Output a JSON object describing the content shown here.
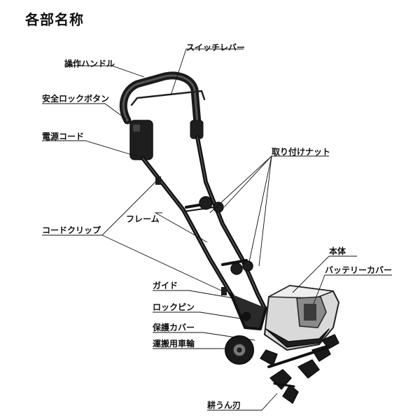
{
  "title": "各部名称",
  "labels": {
    "switch_lever": "スイッチレバー",
    "handle": "操作ハンドル",
    "safety_lock_button": "安全ロックボタン",
    "power_cord": "電源コード",
    "mounting_nut": "取り付けナット",
    "frame": "フレーム",
    "cord_clip": "コードクリップ",
    "main_body": "本体",
    "battery_cover": "バッテリーカバー",
    "guide": "ガイド",
    "lock_pin": "ロックピン",
    "protective_cover": "保護カバー",
    "transport_wheel": "運搬用車輪",
    "tilling_blades": "耕うん刃"
  }
}
